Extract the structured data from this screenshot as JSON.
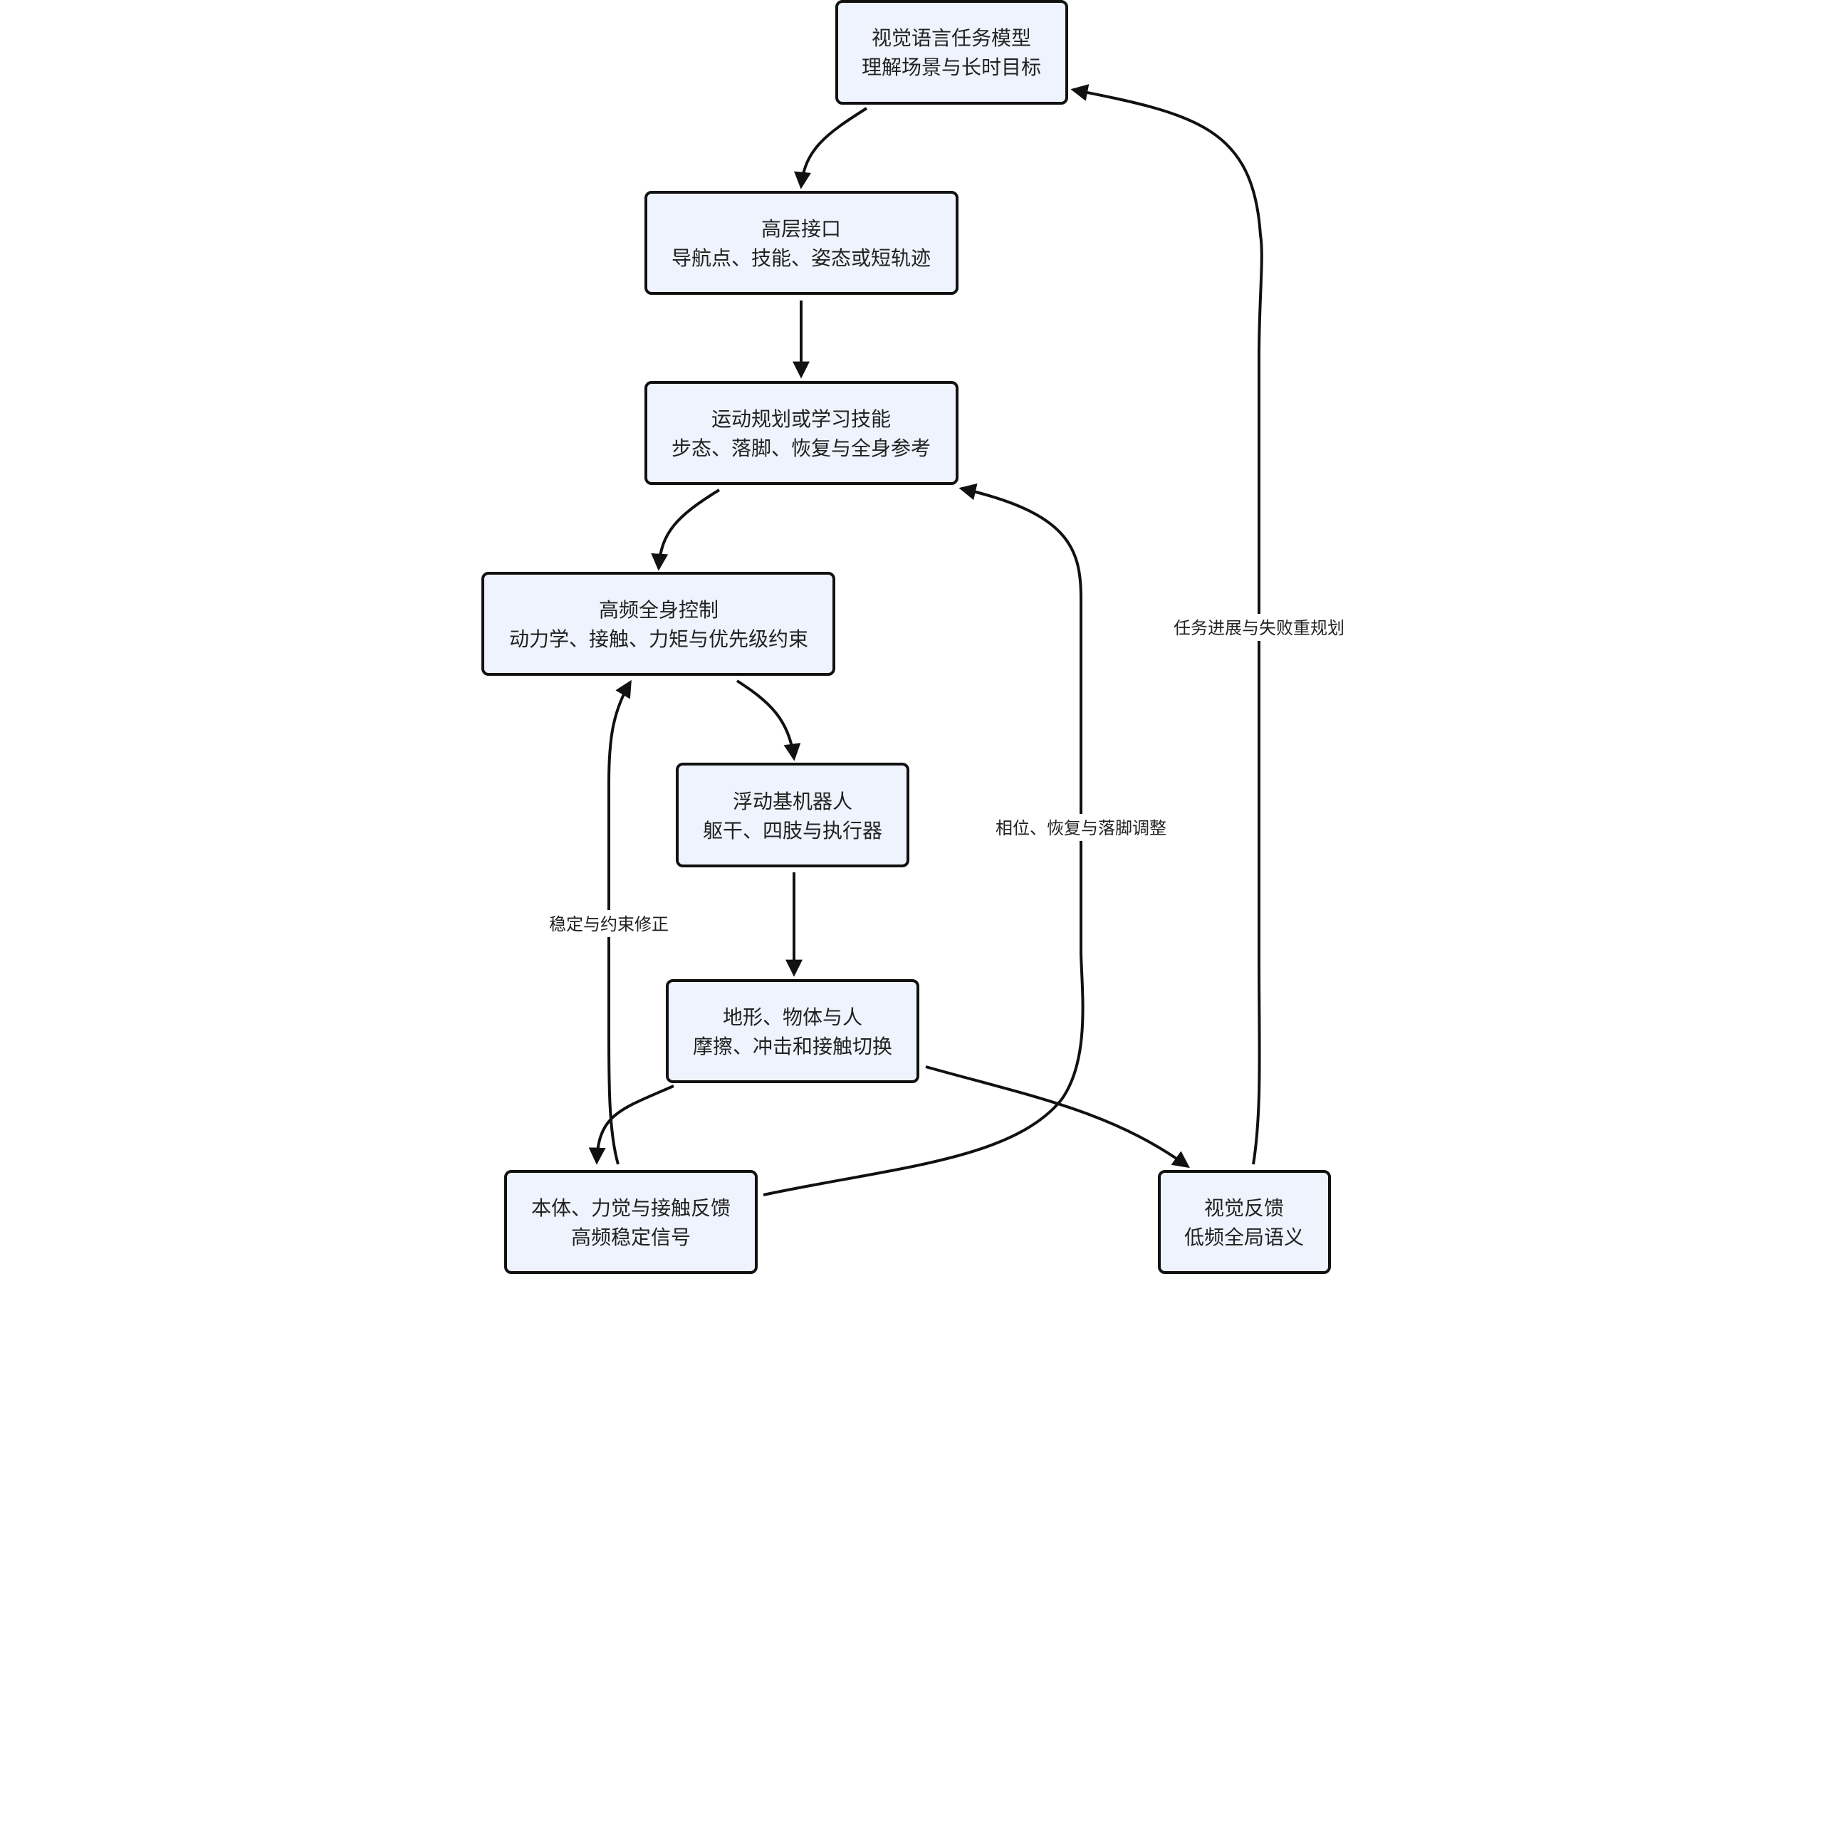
{
  "nodes": {
    "vlm": {
      "line1": "视觉语言任务模型",
      "line2": "理解场景与长时目标"
    },
    "interface": {
      "line1": "高层接口",
      "line2": "导航点、技能、姿态或短轨迹"
    },
    "planner": {
      "line1": "运动规划或学习技能",
      "line2": "步态、落脚、恢复与全身参考"
    },
    "wbc": {
      "line1": "高频全身控制",
      "line2": "动力学、接触、力矩与优先级约束"
    },
    "robot": {
      "line1": "浮动基机器人",
      "line2": "躯干、四肢与执行器"
    },
    "env": {
      "line1": "地形、物体与人",
      "line2": "摩擦、冲击和接触切换"
    },
    "proprio": {
      "line1": "本体、力觉与接触反馈",
      "line2": "高频稳定信号"
    },
    "vision": {
      "line1": "视觉反馈",
      "line2": "低频全局语义"
    }
  },
  "edge_labels": {
    "vision_to_vlm": "任务进展与失败重规划",
    "proprio_to_planner": "相位、恢复与落脚调整",
    "proprio_to_wbc": "稳定与约束修正"
  },
  "colors": {
    "node_fill": "#eef3fd",
    "stroke": "#111111"
  }
}
